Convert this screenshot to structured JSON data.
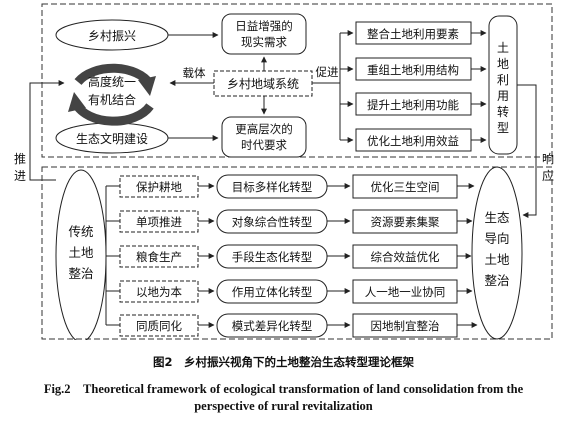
{
  "top": {
    "ellipses": {
      "rural": "乡村振兴",
      "unify_line1": "高度统一",
      "unify_line2": "有机结合",
      "eco": "生态文明建设"
    },
    "needs": {
      "real_line1": "日益增强的",
      "real_line2": "现实需求",
      "time_line1": "更高层次的",
      "time_line2": "时代要求"
    },
    "center": "乡村地域系统",
    "carrier": "载体",
    "promote": "促进",
    "land_use": [
      "整合土地利用要素",
      "重组土地利用结构",
      "提升土地利用功能",
      "优化土地利用效益"
    ],
    "transform_vertical": [
      "土",
      "地",
      "利",
      "用",
      "转",
      "型"
    ]
  },
  "side": {
    "left": [
      "推",
      "进"
    ],
    "right": [
      "响",
      "应"
    ]
  },
  "bottom": {
    "left_ellipse": [
      "传统",
      "土地",
      "整治"
    ],
    "right_ellipse": [
      "生态",
      "导向",
      "土地",
      "整治"
    ],
    "traditional": [
      "保护耕地",
      "单项推进",
      "粮食生产",
      "以地为本",
      "同质同化"
    ],
    "transforms": [
      "目标多样化转型",
      "对象综合性转型",
      "手段生态化转型",
      "作用立体化转型",
      "模式差异化转型"
    ],
    "results": [
      "优化三生空间",
      "资源要素集聚",
      "综合效益优化",
      "人一地一业协同",
      "因地制宜整治"
    ]
  },
  "caption": {
    "cn": "图2　乡村振兴视角下的土地整治生态转型理论框架",
    "en_line1": "Fig.2　Theoretical framework of ecological transformation of land consolidation from the",
    "en_line2": "perspective of rural revitalization"
  }
}
